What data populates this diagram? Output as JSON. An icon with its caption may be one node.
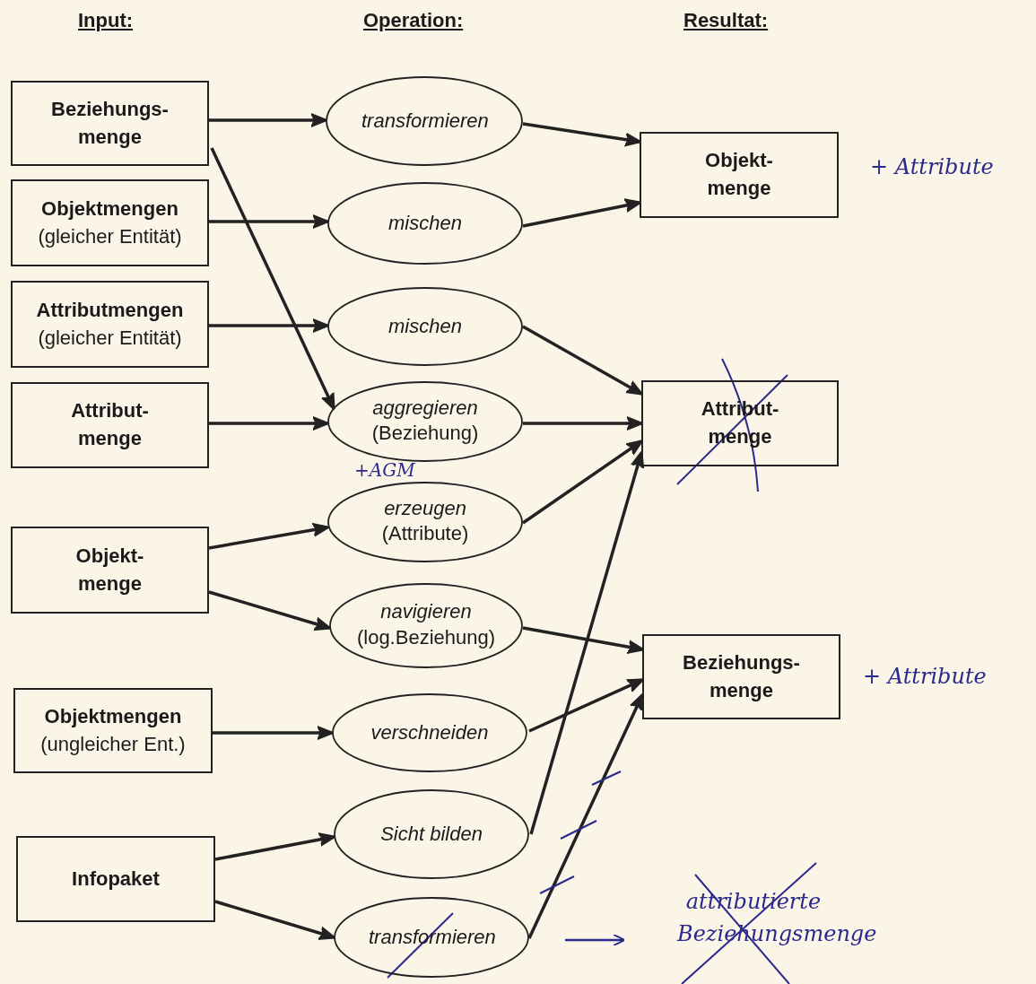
{
  "diagram": {
    "nodes": [
      {
        "text": [
          "Beziehungs- menge"
        ]
      },
      {
        "text": [
          "Objektmengen",
          "(gleicher Entität)"
        ]
      },
      {
        "text": [
          "Attributmengen",
          "(gleicher Entität)"
        ]
      },
      {
        "text": [
          "Attribut- menge"
        ]
      },
      {
        "text": [
          "Objekt- menge"
        ]
      },
      {
        "text": [
          "Objektmengen",
          "(ungleicher Ent.)"
        ]
      },
      {
        "text": [
          "Infopaket"
        ]
      },
      {
        "text": [
          "transformieren"
        ]
      },
      {
        "text": [
          "mischen"
        ]
      },
      {
        "text": [
          "mischen"
        ]
      },
      {
        "text": [
          "aggregieren",
          "(Beziehung)"
        ],
        "beside": [
          "+AGM"
        ]
      },
      {
        "text": [
          "erzeugen",
          "(Attribute)"
        ]
      },
      {
        "text": [
          "navigieren",
          "(log.Beziehung)"
        ]
      },
      {
        "text": [
          "verschneiden"
        ]
      },
      {
        "text": [
          "Sicht bilden"
        ]
      },
      {
        "text": [
          "transformieren"
        ]
      },
      {
        "text": [
          "Objekt- menge"
        ],
        "beside": [
          "+ Attribute"
        ]
      },
      {
        "text": [
          "Attribut- menge"
        ]
      },
      {
        "text": [
          "Beziehungs- menge"
        ],
        "beside": [
          "+ Attribute"
        ]
      },
      {
        "text": [
          "attributierte Beziehungsmenge"
        ]
      }
    ],
    "edges": [
      {
        "from": 0,
        "to": 7,
        "arrow": "to"
      },
      {
        "from": 0,
        "to": 10,
        "arrow": "to"
      },
      {
        "from": 1,
        "to": 8,
        "arrow": "to"
      },
      {
        "from": 2,
        "to": 9,
        "arrow": "to"
      },
      {
        "from": 3,
        "to": 10,
        "arrow": "to"
      },
      {
        "from": 4,
        "to": 11,
        "arrow": "to"
      },
      {
        "from": 4,
        "to": 12,
        "arrow": "to"
      },
      {
        "from": 5,
        "to": 13,
        "arrow": "to"
      },
      {
        "from": 6,
        "to": 14,
        "arrow": "to"
      },
      {
        "from": 6,
        "to": 15,
        "arrow": "to"
      },
      {
        "from": 7,
        "to": 16,
        "arrow": "to"
      },
      {
        "from": 8,
        "to": 16,
        "arrow": "to"
      },
      {
        "from": 9,
        "to": 17,
        "arrow": "to"
      },
      {
        "from": 10,
        "to": 17,
        "arrow": "to"
      },
      {
        "from": 11,
        "to": 17,
        "arrow": "to"
      },
      {
        "from": 14,
        "to": 17,
        "arrow": "to"
      },
      {
        "from": 12,
        "to": 18,
        "arrow": "to"
      },
      {
        "from": 13,
        "to": 18,
        "arrow": "to"
      },
      {
        "from": 15,
        "to": 18,
        "arrow": "to"
      },
      {
        "from": 15,
        "to": 19,
        "arrow": "to",
        "color": "#2a2a8c"
      }
    ],
    "labels": [
      "Input:",
      "Operation:",
      "Resultat:"
    ]
  }
}
